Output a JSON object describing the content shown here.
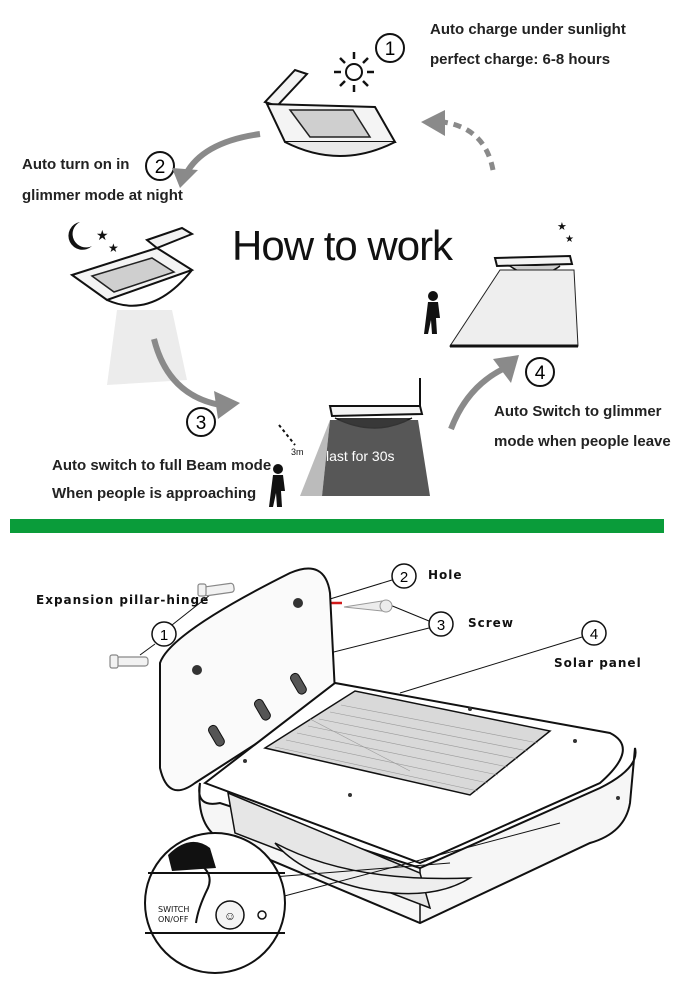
{
  "how_to_work": {
    "title": "How to work",
    "step1": {
      "num": "1",
      "line1": "Auto charge under sunlight",
      "line2": "perfect charge: 6-8 hours"
    },
    "step2": {
      "num": "2",
      "line1": "Auto turn on in",
      "line2": "glimmer mode at night"
    },
    "step3": {
      "num": "3",
      "line1": "Auto switch to full Beam mode",
      "line2": "When people is approaching",
      "duration": "last for 30s",
      "distance": "3m"
    },
    "step4": {
      "num": "4",
      "line1": "Auto Switch to glimmer",
      "line2": "mode when people leave"
    }
  },
  "installation": {
    "parts": [
      {
        "num": "1",
        "label": "Expansion pillar-hinge"
      },
      {
        "num": "2",
        "label": "Hole"
      },
      {
        "num": "3",
        "label": "Screw"
      },
      {
        "num": "4",
        "label": "Solar panel"
      }
    ],
    "switch_label": "SWITCH ON/OFF"
  },
  "colors": {
    "divider": "#0a9c3a",
    "arrow": "#d11a1a",
    "line": "#111111",
    "gray_arrow": "#8a8a8a"
  }
}
